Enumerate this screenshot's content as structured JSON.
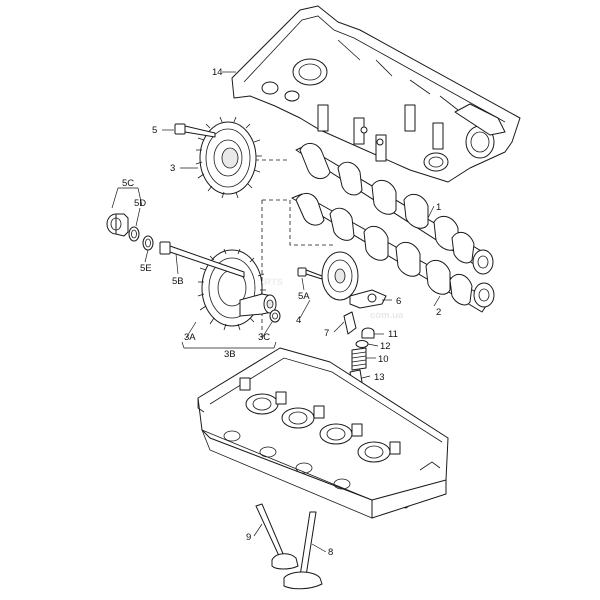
{
  "watermark": {
    "brand": "OEMPARTS",
    "domain": "com.ua"
  },
  "callouts": {
    "c1": "1",
    "c2": "2",
    "c3": "3",
    "c3a": "3A",
    "c3b": "3B",
    "c3c": "3C",
    "c4": "4",
    "c5": "5",
    "c5a": "5A",
    "c5b": "5B",
    "c5c": "5C",
    "c5d": "5D",
    "c5e": "5E",
    "c6": "6",
    "c7": "7",
    "c8": "8",
    "c9": "9",
    "c10": "10",
    "c11": "11",
    "c12": "12",
    "c13": "13",
    "c14": "14"
  },
  "colors": {
    "line": "#1a1a1a",
    "fill": "#ffffff",
    "watermark": "#e8e8e8"
  }
}
